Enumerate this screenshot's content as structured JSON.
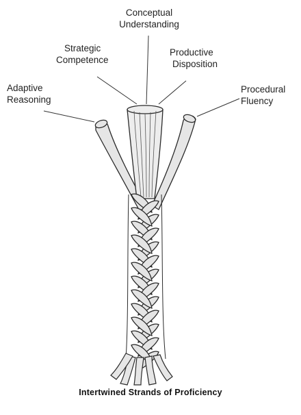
{
  "strands": [
    {
      "key": "conceptual",
      "line1": "Conceptual",
      "line2": "Understanding"
    },
    {
      "key": "strategic",
      "line1": "Strategic",
      "line2": "Competence"
    },
    {
      "key": "productive",
      "line1": "Productive",
      "line2": "Disposition"
    },
    {
      "key": "adaptive",
      "line1": "Adaptive",
      "line2": "Reasoning"
    },
    {
      "key": "procedural",
      "line1": "Procedural",
      "line2": "Fluency"
    }
  ],
  "caption": "Intertwined Strands of Proficiency",
  "colors": {
    "rope_fill": "#e6e6e6",
    "rope_stroke": "#2a2a2a",
    "leader": "#333333"
  }
}
